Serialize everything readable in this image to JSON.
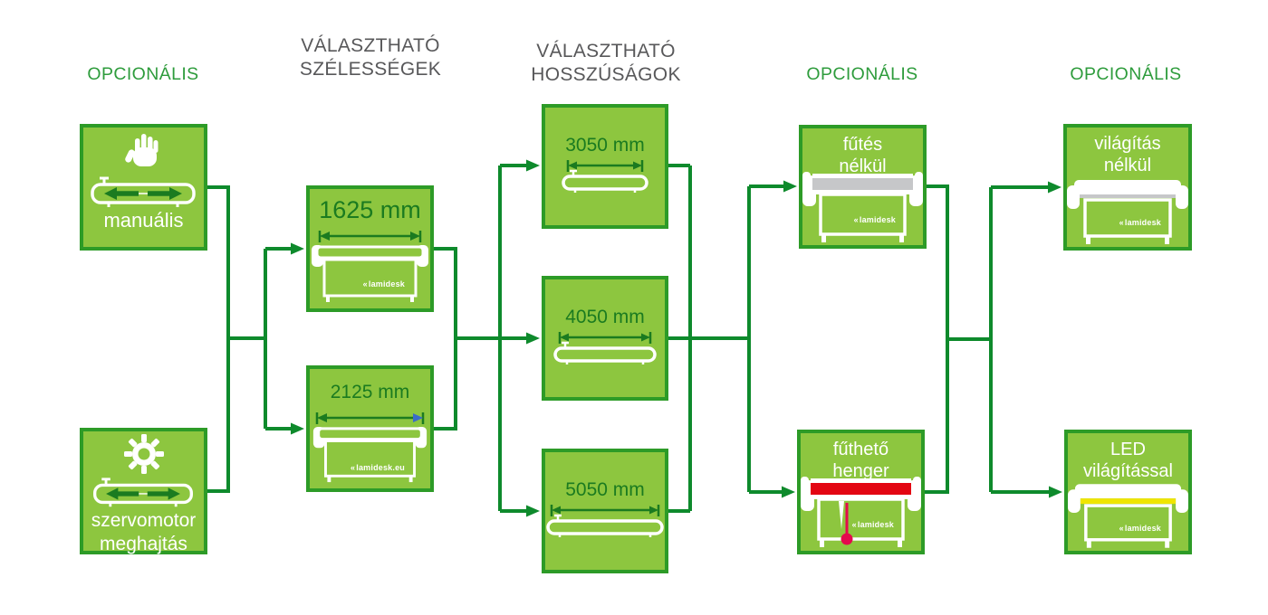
{
  "colors": {
    "box_fill": "#8DC63F",
    "box_border": "#2D9B27",
    "connector": "#0E8A2C",
    "header_green": "#2E9C3C",
    "header_gray": "#58585A",
    "dim_green": "#1B7B20",
    "machine_white": "#FFFFFF",
    "roller_gray": "#C6C7C9",
    "roller_red": "#E30613",
    "led_yellow": "#F0E500",
    "thermometer_red": "#E40A4D",
    "arrow_blue": "#3A6BC9",
    "label_white": "#FFFFFF",
    "background": "#FFFFFF"
  },
  "headers": {
    "optional1": "OPCIONÁLIS",
    "widths_line1": "VÁLASZTHATÓ",
    "widths_line2": "SZÉLESSÉGEK",
    "lengths_line1": "VÁLASZTHATÓ",
    "lengths_line2": "HOSSZÚSÁGOK",
    "optional2": "OPCIONÁLIS",
    "optional3": "OPCIONÁLIS"
  },
  "nodes": {
    "manual": {
      "label": "manuális"
    },
    "servo": {
      "line1": "szervomotor",
      "line2": "meghajtás"
    },
    "width1": {
      "label": "1625 mm",
      "watermark": "lamidesk"
    },
    "width2": {
      "label": "2125 mm",
      "watermark": "lamidesk.eu"
    },
    "length1": {
      "label": "3050 mm"
    },
    "length2": {
      "label": "4050 mm"
    },
    "length3": {
      "label": "5050 mm"
    },
    "heat_none": {
      "line1": "fűtés",
      "line2": "nélkül",
      "watermark": "lamidesk"
    },
    "heat_roller": {
      "line1": "fűthető",
      "line2": "henger",
      "watermark": "lamidesk"
    },
    "light_none": {
      "line1": "világítás",
      "line2": "nélkül",
      "watermark": "lamidesk"
    },
    "light_led": {
      "line1": "LED",
      "line2": "világítással",
      "watermark": "lamidesk"
    }
  }
}
